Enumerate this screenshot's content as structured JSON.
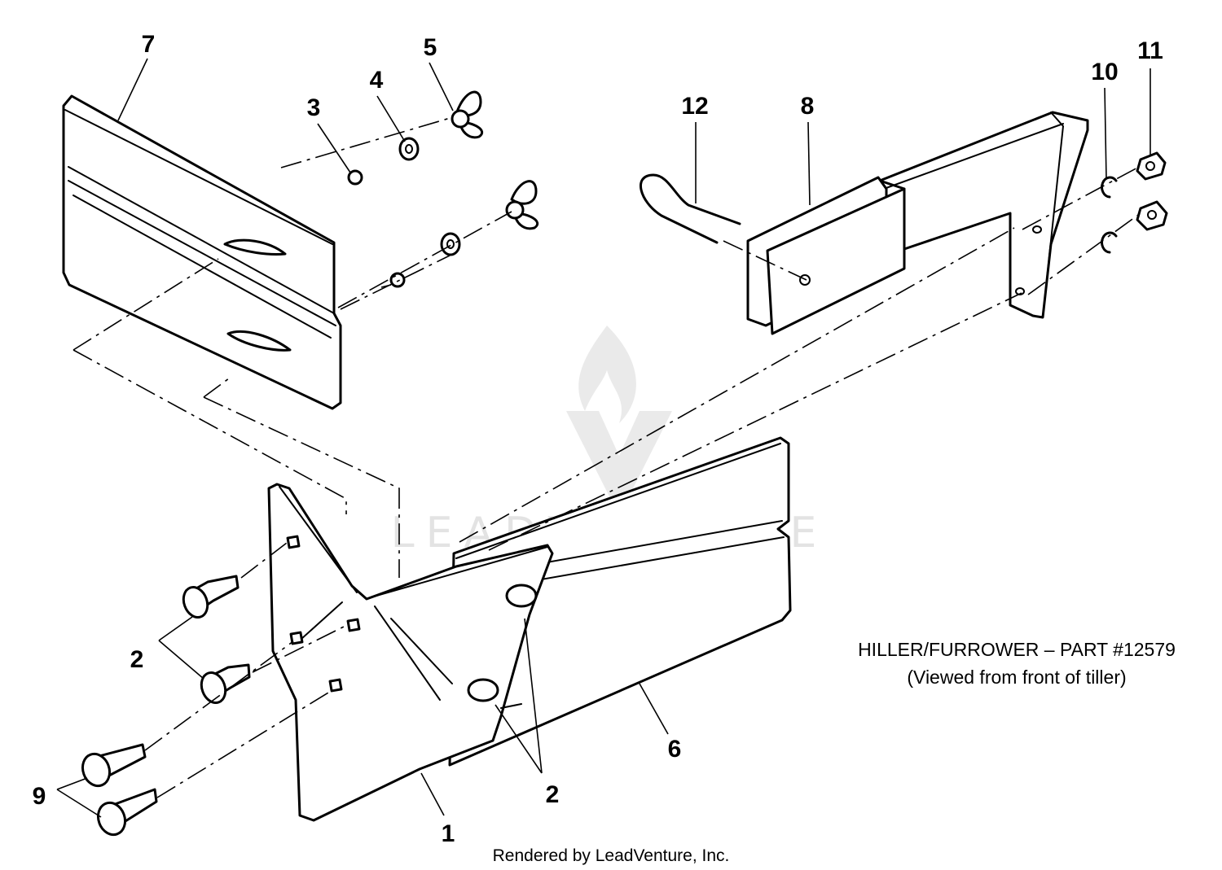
{
  "title": "HILLER/FURROWER – PART #12579",
  "subtitle": "(Viewed from front of tiller)",
  "footer": "Rendered by LeadVenture, Inc.",
  "watermark": {
    "text": "LEADVENTURE",
    "icon": "leadventure-flame-logo-icon"
  },
  "callouts": {
    "c1": "1",
    "c2a": "2",
    "c2b": "2",
    "c3": "3",
    "c4": "4",
    "c5": "5",
    "c6": "6",
    "c7": "7",
    "c8": "8",
    "c9": "9",
    "c10": "10",
    "c11": "11",
    "c12": "12"
  },
  "parts": [
    {
      "no": "1",
      "icon": "hiller-wing-plate-icon"
    },
    {
      "no": "2",
      "icon": "carriage-bolt-icon"
    },
    {
      "no": "3",
      "icon": "lock-washer-icon"
    },
    {
      "no": "4",
      "icon": "flat-washer-icon"
    },
    {
      "no": "5",
      "icon": "wing-nut-icon"
    },
    {
      "no": "6",
      "icon": "side-plate-icon"
    },
    {
      "no": "7",
      "icon": "extension-plate-icon"
    },
    {
      "no": "8",
      "icon": "mounting-bracket-icon"
    },
    {
      "no": "9",
      "icon": "carriage-bolt-long-icon"
    },
    {
      "no": "10",
      "icon": "split-lock-washer-icon"
    },
    {
      "no": "11",
      "icon": "hex-nut-icon"
    },
    {
      "no": "12",
      "icon": "hair-pin-clip-icon"
    }
  ]
}
